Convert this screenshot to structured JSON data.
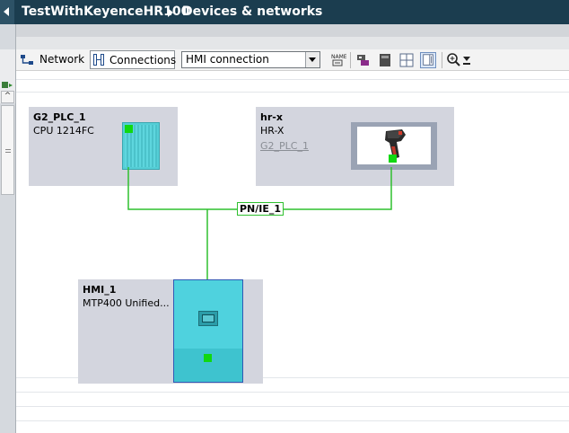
{
  "breadcrumb": {
    "project": "TestWithKeyenceHR100",
    "view": "Devices & networks"
  },
  "toolbar": {
    "network_label": "Network",
    "connections_label": "Connections",
    "connection_type": "HMI connection",
    "icons": [
      "name-icon",
      "network-config-icon",
      "device-icon",
      "table-view-icon",
      "overview-icon",
      "zoom-icon",
      "zoom-down-icon"
    ]
  },
  "devices": {
    "plc": {
      "name": "G2_PLC_1",
      "type": "CPU 1214FC"
    },
    "scanner": {
      "name": "hr-x",
      "type": "HR-X",
      "assigned": "G2_PLC_1"
    },
    "hmi": {
      "name": "HMI_1",
      "type": "MTP400 Unified..."
    }
  },
  "network": {
    "subnet": "PN/IE_1",
    "line_color": "#2fc02f"
  },
  "colors": {
    "titlebar": "#1b3d4f",
    "device_box": "#d3d5de",
    "module_cyan": "#55ced6",
    "port_green": "#11d811",
    "hmi_border": "#3159b5"
  }
}
